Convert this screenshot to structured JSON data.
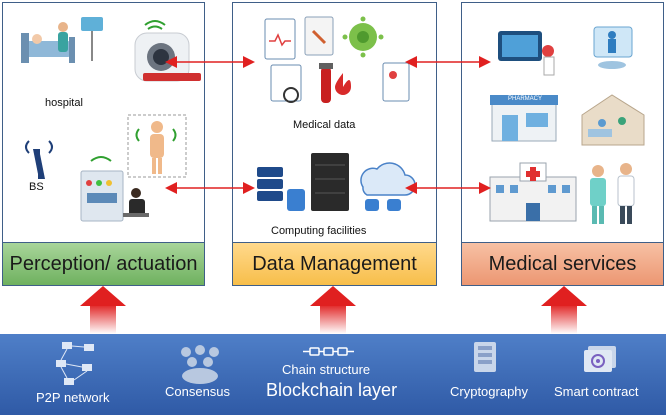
{
  "panels": {
    "perception": {
      "title": "Perception/ actuation",
      "labels": {
        "hospital": "hospital",
        "bs": "BS"
      }
    },
    "data_management": {
      "title": "Data Management",
      "labels": {
        "medical_data": "Medical data",
        "computing": "Computing facilities"
      }
    },
    "medical_services": {
      "title": "Medical services",
      "labels": {
        "pharmacy": "PHARMACY"
      }
    }
  },
  "blockchain_layer": {
    "title": "Blockchain layer",
    "items": {
      "p2p": "P2P network",
      "consensus": "Consensus",
      "chain": "Chain structure",
      "crypto": "Cryptography",
      "smart_contract": "Smart contract"
    }
  },
  "colors": {
    "perception": "#7fbf6e",
    "data_management": "#f9c65a",
    "medical_services": "#ef9f7c",
    "blockchain": "#3a66b3",
    "arrow_red": "#e02020"
  }
}
